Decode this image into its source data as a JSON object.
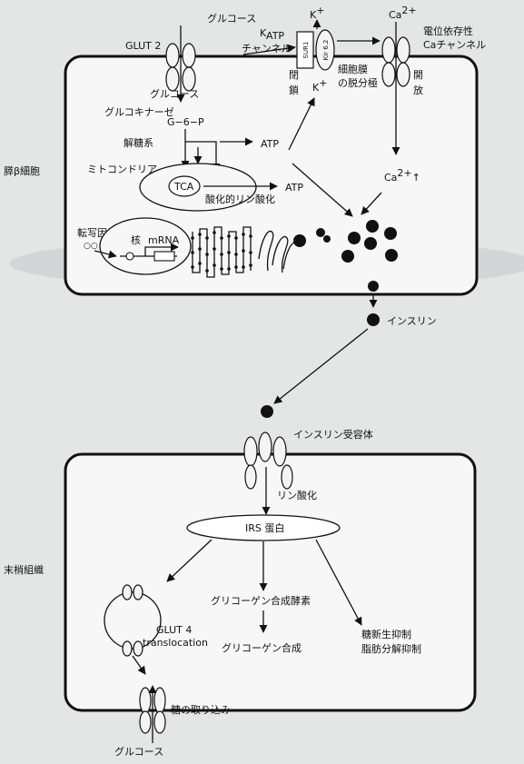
{
  "beta_cell": {
    "label": "膵β細胞",
    "glucose_out": "グルコース",
    "glut2": "GLUT 2",
    "k_atp_k": "K",
    "k_atp_sub": "ATP",
    "k_atp_channel": "チャンネル",
    "sur1": "SUR1",
    "kir": "Kir 6.2",
    "k_plus_top": "K",
    "k_plus_bottom": "K",
    "plus": "+",
    "closed": [
      "閉",
      "鎖"
    ],
    "depolarization": [
      "細胞膜",
      "の脱分極"
    ],
    "ca_top": "Ca",
    "ca_sup": "2+",
    "vdcc": [
      "電位依存性",
      "Caチャンネル"
    ],
    "open": [
      "開",
      "放"
    ],
    "glucose_in": "グルコース",
    "glucokinase": "グルコキナーゼ",
    "g6p": "G−6−P",
    "glycolysis": "解糖系",
    "atp1": "ATP",
    "mitochondria": "ミトコンドリア",
    "tca": "TCA",
    "oxphos": "酸化的リン酸化",
    "atp2": "ATP",
    "ca_in": "Ca",
    "ca_in_sup": "2+",
    "ca_up": "↑",
    "tf": "転写因子",
    "nucleus": "核",
    "mrna": "mRNA",
    "insulin": "インスリン"
  },
  "peripheral": {
    "receptor": "インスリン受容体",
    "phosphorylation": "リン酸化",
    "irs": "IRS 蛋白",
    "tissue": "末梢組織",
    "glycogen_synthase": "グリコーゲン合成酵素",
    "glycogen_synthesis": "グリコーゲン合成",
    "glut4": [
      "GLUT 4",
      "translocation"
    ],
    "gluconeo": [
      "糖新生抑制",
      "脂肪分解抑制"
    ],
    "uptake": "糖の取り込み",
    "glucose_bottom": "グルコース"
  }
}
